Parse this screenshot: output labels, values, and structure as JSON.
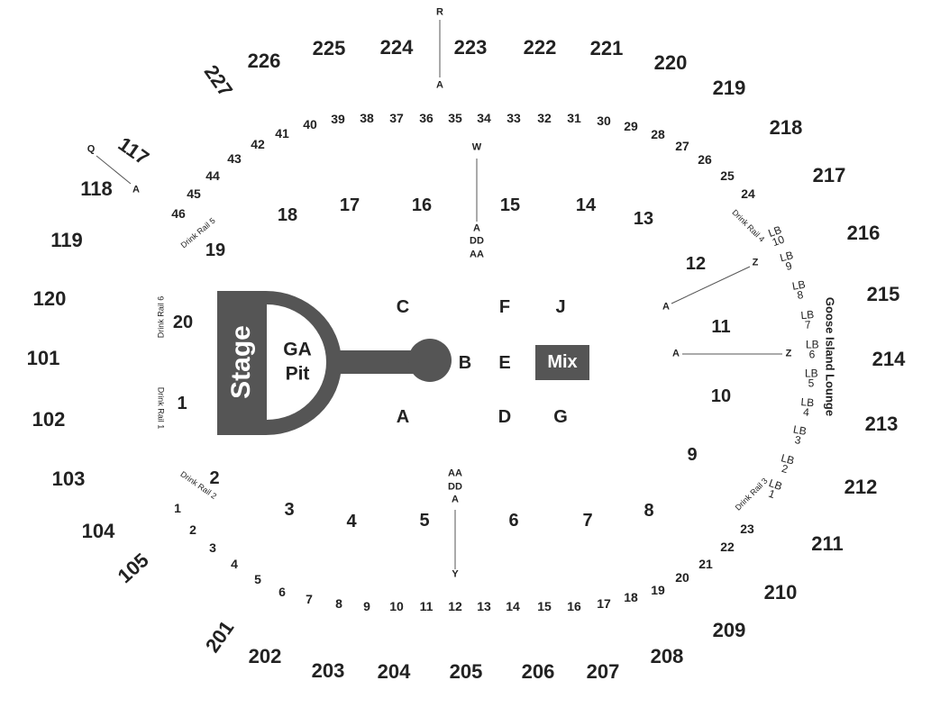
{
  "stage": {
    "label": "Stage",
    "pit_line1": "GA",
    "pit_line2": "Pit"
  },
  "mix": "Mix",
  "lounge": "Goose Island Lounge",
  "sections_200": [
    "201",
    "202",
    "203",
    "204",
    "205",
    "206",
    "207",
    "208",
    "209",
    "210",
    "211",
    "212",
    "213",
    "214",
    "215",
    "216",
    "217",
    "218",
    "219",
    "220",
    "221",
    "222",
    "223",
    "224",
    "225",
    "226",
    "227"
  ],
  "sections_100": [
    "101",
    "102",
    "103",
    "104",
    "105",
    "117",
    "118",
    "119",
    "120"
  ],
  "floor_sections": [
    "1",
    "2",
    "3",
    "4",
    "5",
    "6",
    "7",
    "8",
    "9",
    "10",
    "11",
    "12",
    "13",
    "14",
    "15",
    "16",
    "17",
    "18",
    "19",
    "20"
  ],
  "floor_letters": [
    "A",
    "B",
    "C",
    "D",
    "E",
    "F",
    "G",
    "J"
  ],
  "outer_rows_bottom": [
    "1",
    "2",
    "3",
    "4",
    "5",
    "6",
    "7",
    "8",
    "9",
    "10",
    "11",
    "12",
    "13",
    "14",
    "15",
    "16",
    "17",
    "18",
    "19",
    "20",
    "21",
    "22",
    "23"
  ],
  "outer_rows_top": [
    "24",
    "25",
    "26",
    "27",
    "28",
    "29",
    "30",
    "31",
    "32",
    "33",
    "34",
    "35",
    "36",
    "37",
    "38",
    "39",
    "40",
    "41",
    "42",
    "43",
    "44",
    "45",
    "46"
  ],
  "drink_rails": [
    "Drink Rail 1",
    "Drink Rail 2",
    "Drink Rail 3",
    "Drink Rail 4",
    "Drink Rail 5",
    "Drink Rail 6"
  ],
  "loge_boxes": [
    "LB 1",
    "LB 2",
    "LB 3",
    "LB 4",
    "LB 5",
    "LB 6",
    "LB 7",
    "LB 8",
    "LB 9",
    "LB 10"
  ],
  "row_markers": {
    "top_aisle_top": "R",
    "top_aisle_bottom": "A",
    "left_aisle_top": "Q",
    "left_aisle_bottom": "A",
    "center_top_w": "W",
    "center_top_a": "A",
    "center_top_dd": "DD",
    "center_top_aa": "AA",
    "center_bot_aa": "AA",
    "center_bot_dd": "DD",
    "center_bot_a": "A",
    "center_bot_y": "Y",
    "right_upper_a": "A",
    "right_upper_z": "Z",
    "right_lower_a": "A",
    "right_lower_z": "Z"
  }
}
